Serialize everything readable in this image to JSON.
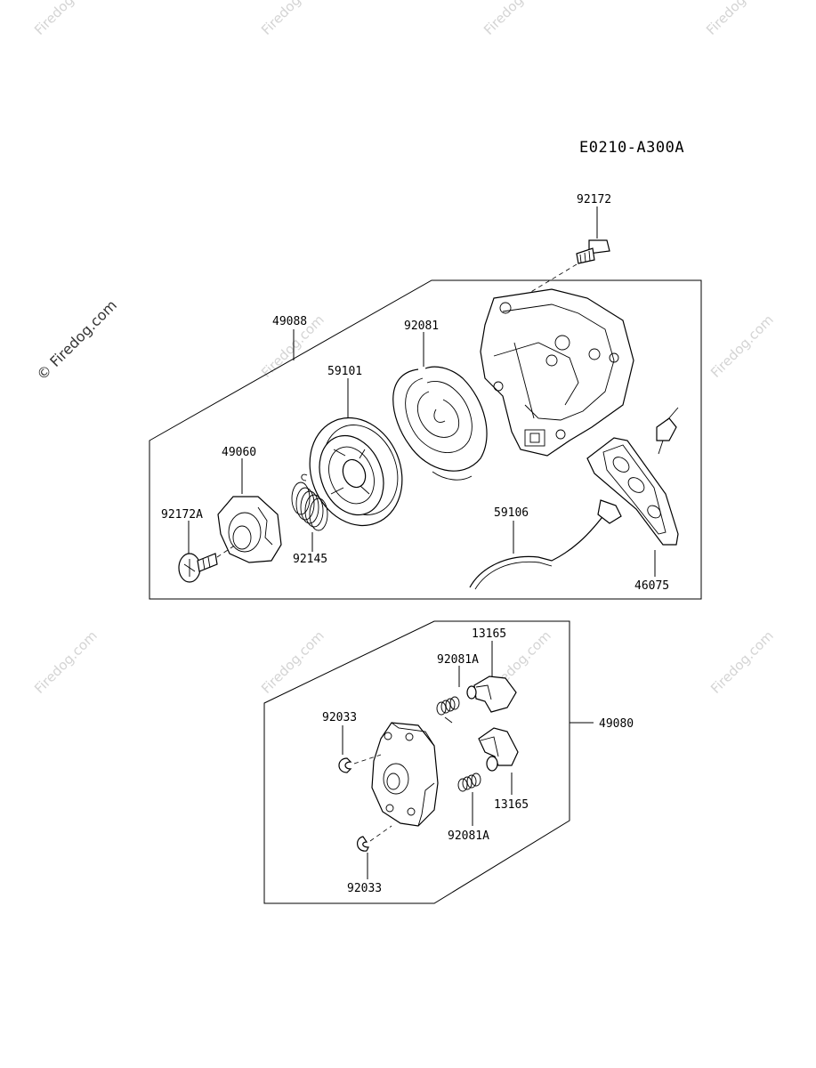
{
  "diagram_code": "E0210-A300A",
  "watermark": "© Firedog.com",
  "watermark_small": "Firedog.com",
  "labels": {
    "p92172": "92172",
    "p49088": "49088",
    "p92081": "92081",
    "p59101": "59101",
    "p49060": "49060",
    "p92172A": "92172A",
    "p92145": "92145",
    "p59106": "59106",
    "p46075": "46075",
    "p13165_top": "13165",
    "p92081A_top": "92081A",
    "p92033_top": "92033",
    "p49080": "49080",
    "p13165_bottom": "13165",
    "p92081A_bottom": "92081A",
    "p92033_bottom": "92033"
  }
}
